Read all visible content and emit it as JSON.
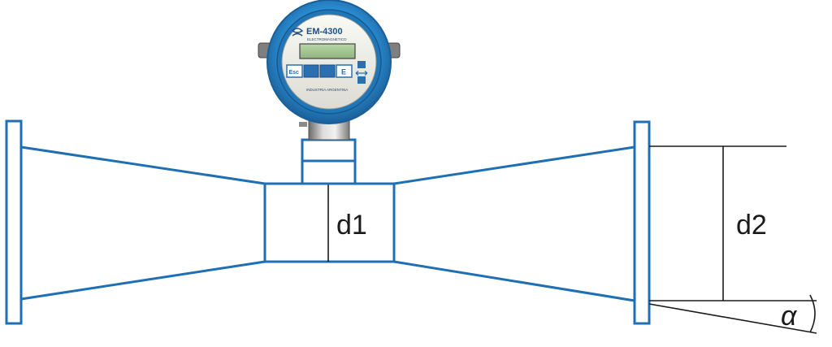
{
  "labels": {
    "d1": "d1",
    "d2": "d2",
    "angle": "α"
  },
  "meter": {
    "model": "EM-4300",
    "subtitle": "ELECTROMAGNETICO",
    "maker": "INDUSTRIA ARGENTINA",
    "keys": {
      "esc": "Esc",
      "enter": "E"
    }
  },
  "colors": {
    "pipe": "#1e6fb3",
    "housing": "#2a8bd0",
    "dimension": "#1a1a1a"
  }
}
